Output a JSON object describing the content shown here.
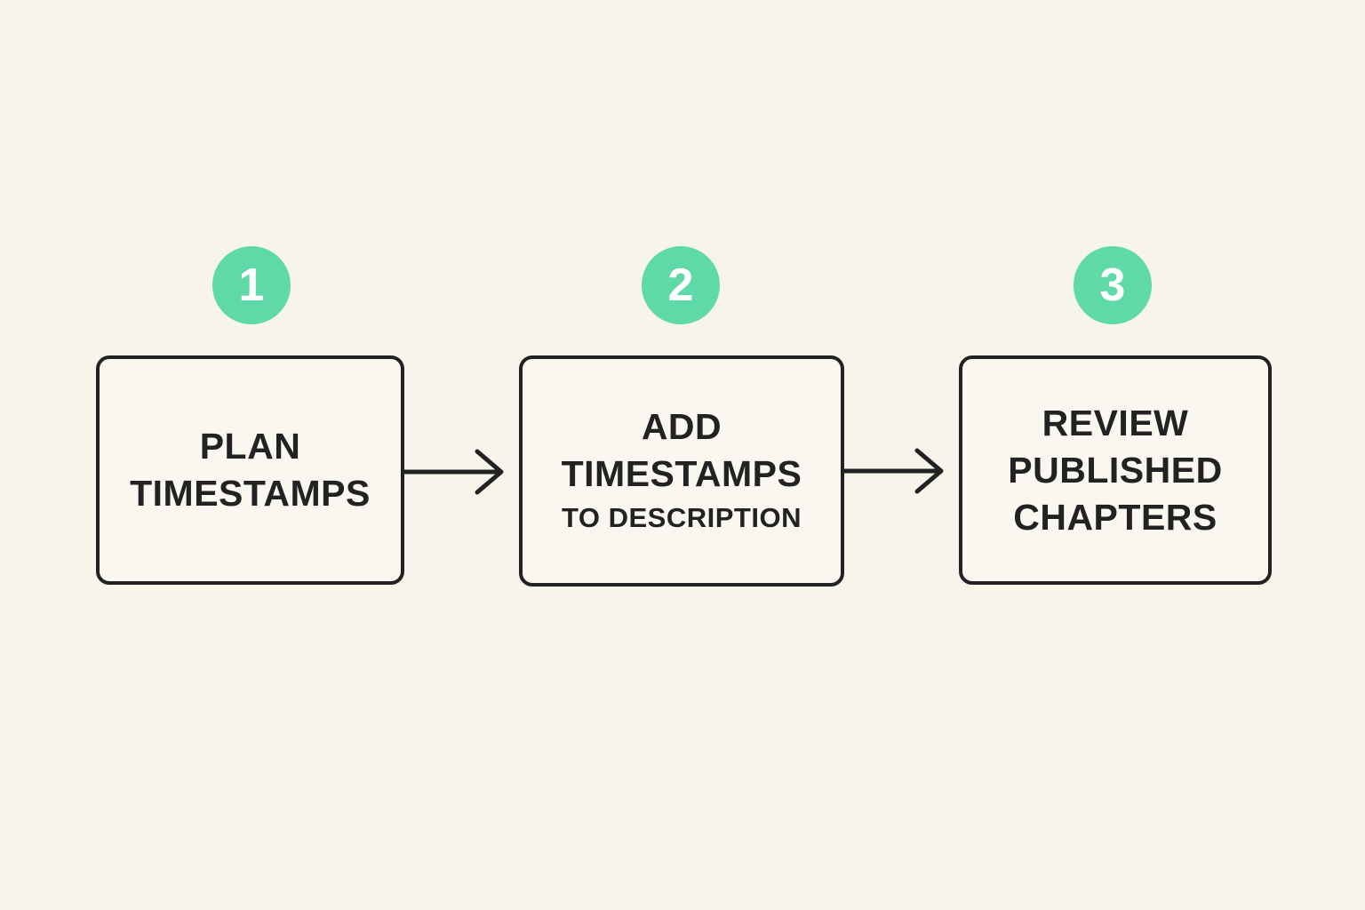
{
  "diagram": {
    "type": "flowchart",
    "steps": [
      {
        "number": "1",
        "lines": [
          "PLAN",
          "TIMESTAMPS"
        ]
      },
      {
        "number": "2",
        "lines": [
          "ADD",
          "TIMESTAMPS"
        ],
        "subline": "TO DESCRIPTION"
      },
      {
        "number": "3",
        "lines": [
          "REVIEW",
          "PUBLISHED",
          "CHAPTERS"
        ]
      }
    ],
    "connectors": [
      {
        "from": "step-1",
        "to": "step-2",
        "style": "arrow-right"
      },
      {
        "from": "step-2",
        "to": "step-3",
        "style": "arrow-right"
      }
    ],
    "colors": {
      "background": "#f7f4ec",
      "box_fill": "#f9f7f0",
      "accent_green": "#5ed9a7",
      "ink": "#222222",
      "number_text": "#ffffff"
    }
  }
}
